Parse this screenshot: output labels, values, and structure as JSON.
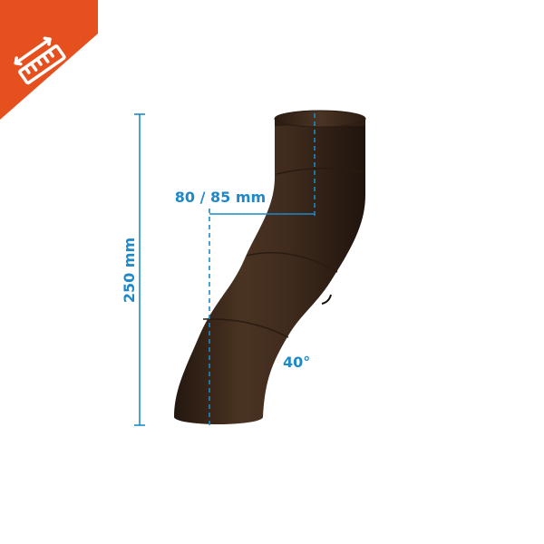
{
  "badge": {
    "icon": "ruler-icon",
    "color": "#e5501e"
  },
  "product": {
    "name_icon": "downpipe-offset-bend",
    "color": "#3d2a1c"
  },
  "dimensions": {
    "height_label": "250 mm",
    "offset_label": "80 / 85 mm",
    "angle_label": "40°",
    "line_color": "#1e88c9"
  }
}
